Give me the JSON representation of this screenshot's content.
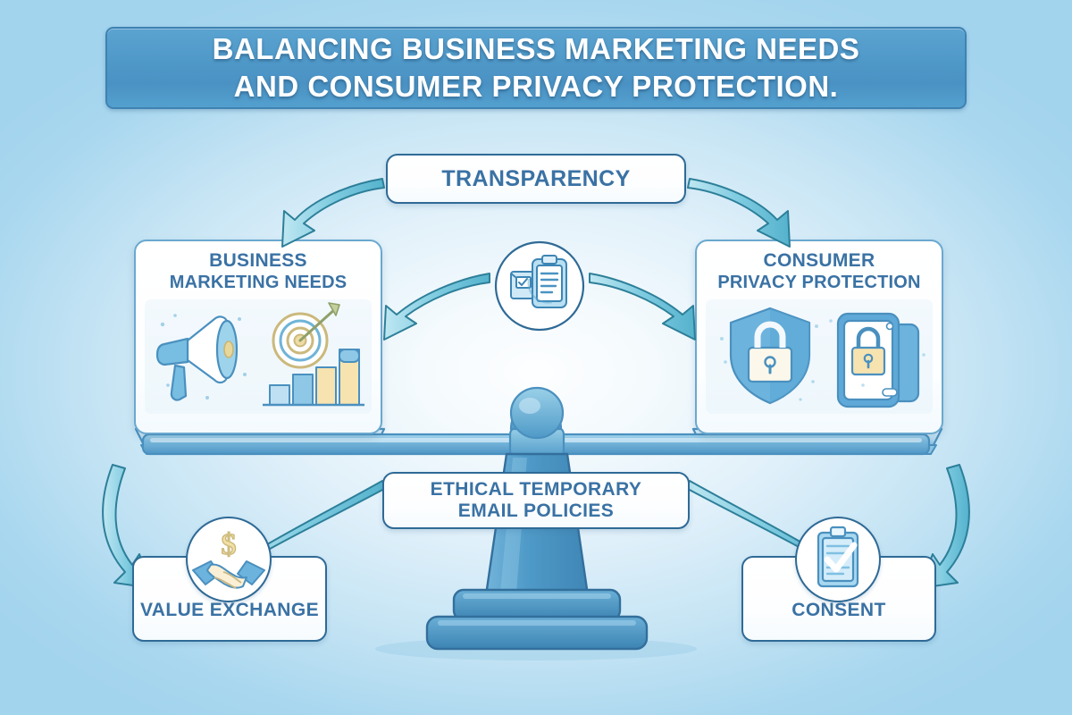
{
  "banner": {
    "title": "BALANCING BUSINESS MARKETING NEEDS\nAND CONSUMER PRIVACY PROTECTION."
  },
  "nodes": {
    "transparency": {
      "label": "TRANSPARENCY",
      "icon": "document-envelope-icon"
    },
    "policies": {
      "label": "ETHICAL TEMPORARY\nEMAIL POLICIES"
    },
    "value_exchange": {
      "label": "VALUE EXCHANGE",
      "icon": "handshake-dollar-icon"
    },
    "consent": {
      "label": "CONSENT",
      "icon": "clipboard-check-icon"
    }
  },
  "cards": {
    "business": {
      "title_line1": "BUSINESS",
      "title_line2": "MARKETING NEEDS",
      "icons": [
        "megaphone-icon",
        "target-arrow-icon",
        "bar-chart-icon"
      ]
    },
    "privacy": {
      "title_line1": "CONSUMER",
      "title_line2": "PRIVACY PROTECTION",
      "icons": [
        "shield-lock-icon",
        "phone-lock-icon"
      ]
    }
  },
  "scale": {
    "name": "balance-scale",
    "beam_tilt": "level"
  },
  "colors": {
    "banner_blue": "#4e98c8",
    "text_blue": "#3a72a4",
    "outline_blue": "#2f6a96",
    "arrow_cyan": "#6fc6dd",
    "arrow_outline": "#2d7f99",
    "scale_blue": "#5ca6cf",
    "background": "#a9d7ef",
    "accent_cream": "#f4dfa8"
  }
}
